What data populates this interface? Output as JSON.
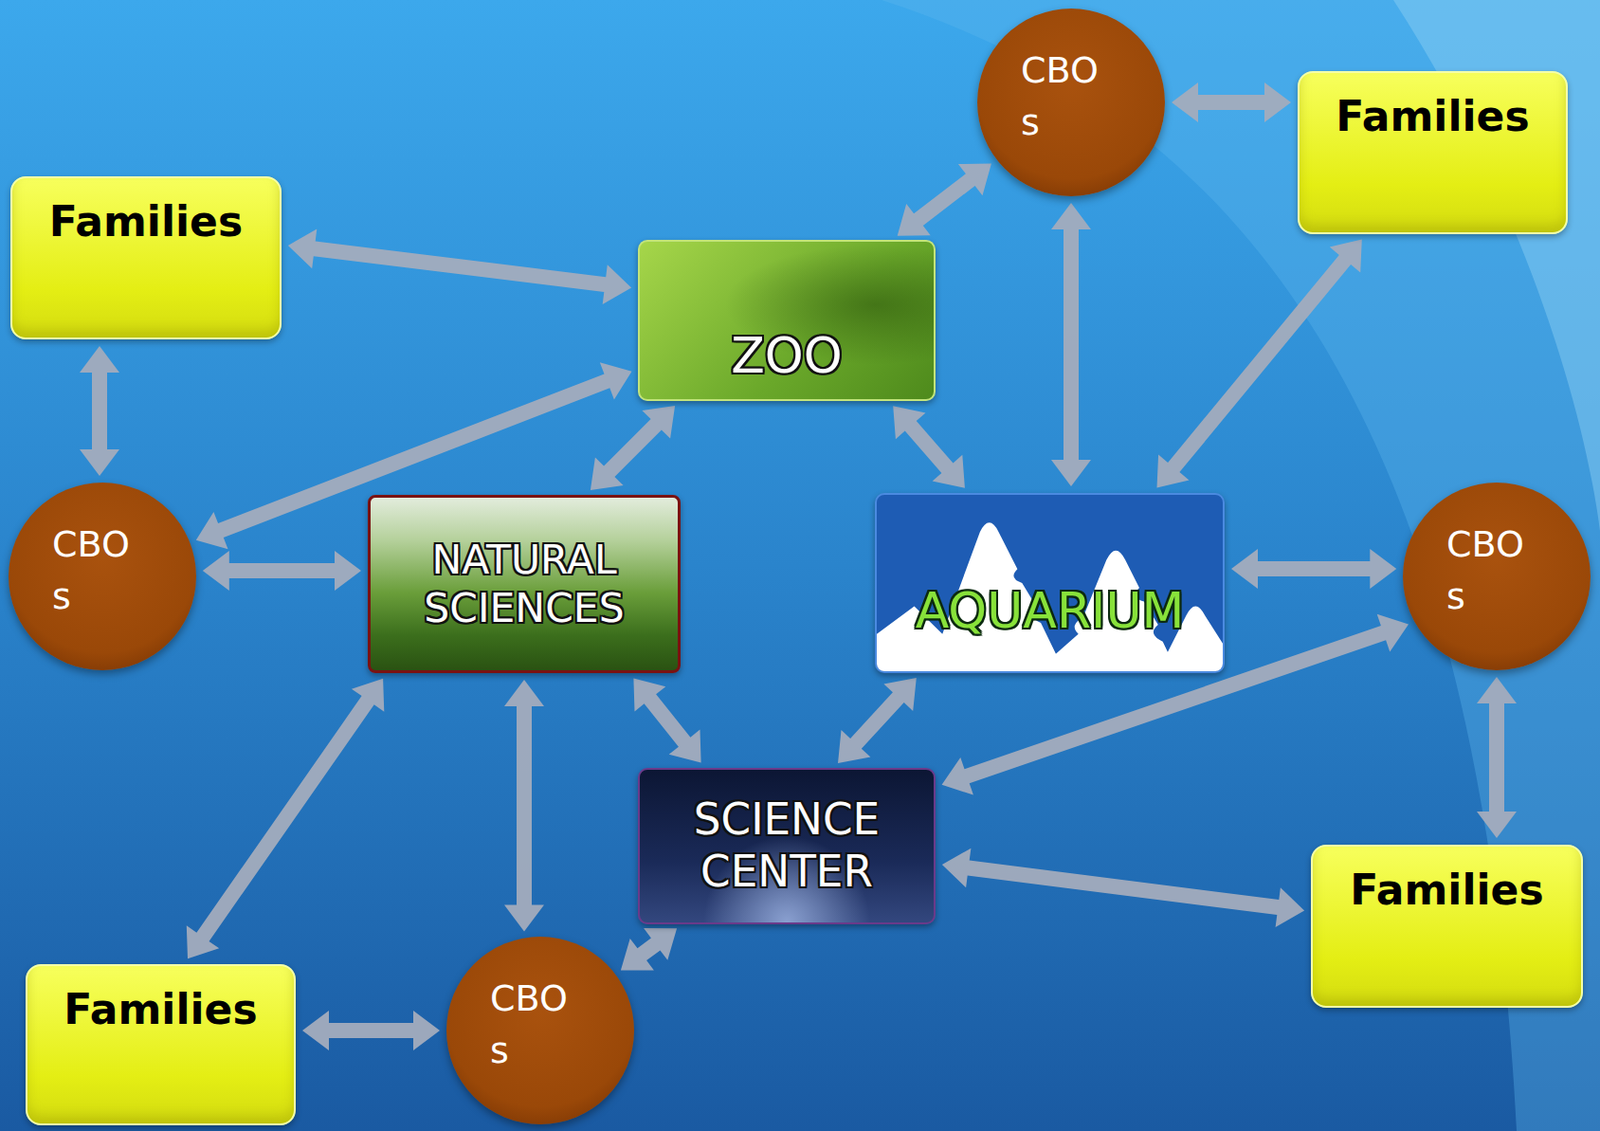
{
  "diagram": {
    "nodes": [
      {
        "text": [
          "CBO s"
        ]
      },
      {
        "text": [
          "Families"
        ]
      },
      {
        "text": [
          "Families"
        ]
      },
      {
        "text": [
          "ZOO"
        ]
      },
      {
        "text": [
          "CBO s"
        ]
      },
      {
        "text": [
          "NATURAL SCIENCES"
        ]
      },
      {
        "text": [
          "AQUARIUM"
        ]
      },
      {
        "text": [
          "CBO s"
        ]
      },
      {
        "text": [
          "SCIENCE CENTER"
        ]
      },
      {
        "text": [
          "Families"
        ]
      },
      {
        "text": [
          "Families"
        ]
      },
      {
        "text": [
          "CBO s"
        ]
      }
    ],
    "edges": [
      {
        "from": 0,
        "to": 1,
        "arrow": "both"
      },
      {
        "from": 3,
        "to": 0,
        "arrow": "both"
      },
      {
        "from": 0,
        "to": 6,
        "arrow": "both"
      },
      {
        "from": 1,
        "to": 6,
        "arrow": "both"
      },
      {
        "from": 2,
        "to": 3,
        "arrow": "both"
      },
      {
        "from": 2,
        "to": 4,
        "arrow": "both"
      },
      {
        "from": 4,
        "to": 3,
        "arrow": "both"
      },
      {
        "from": 4,
        "to": 5,
        "arrow": "both"
      },
      {
        "from": 3,
        "to": 5,
        "arrow": "both"
      },
      {
        "from": 3,
        "to": 6,
        "arrow": "both"
      },
      {
        "from": 5,
        "to": 8,
        "arrow": "both"
      },
      {
        "from": 6,
        "to": 8,
        "arrow": "both"
      },
      {
        "from": 6,
        "to": 7,
        "arrow": "both"
      },
      {
        "from": 7,
        "to": 8,
        "arrow": "both"
      },
      {
        "from": 7,
        "to": 9,
        "arrow": "both"
      },
      {
        "from": 8,
        "to": 9,
        "arrow": "both"
      },
      {
        "from": 5,
        "to": 11,
        "arrow": "both"
      },
      {
        "from": 5,
        "to": 10,
        "arrow": "both"
      },
      {
        "from": 10,
        "to": 11,
        "arrow": "both"
      },
      {
        "from": 11,
        "to": 8,
        "arrow": "both"
      }
    ]
  }
}
